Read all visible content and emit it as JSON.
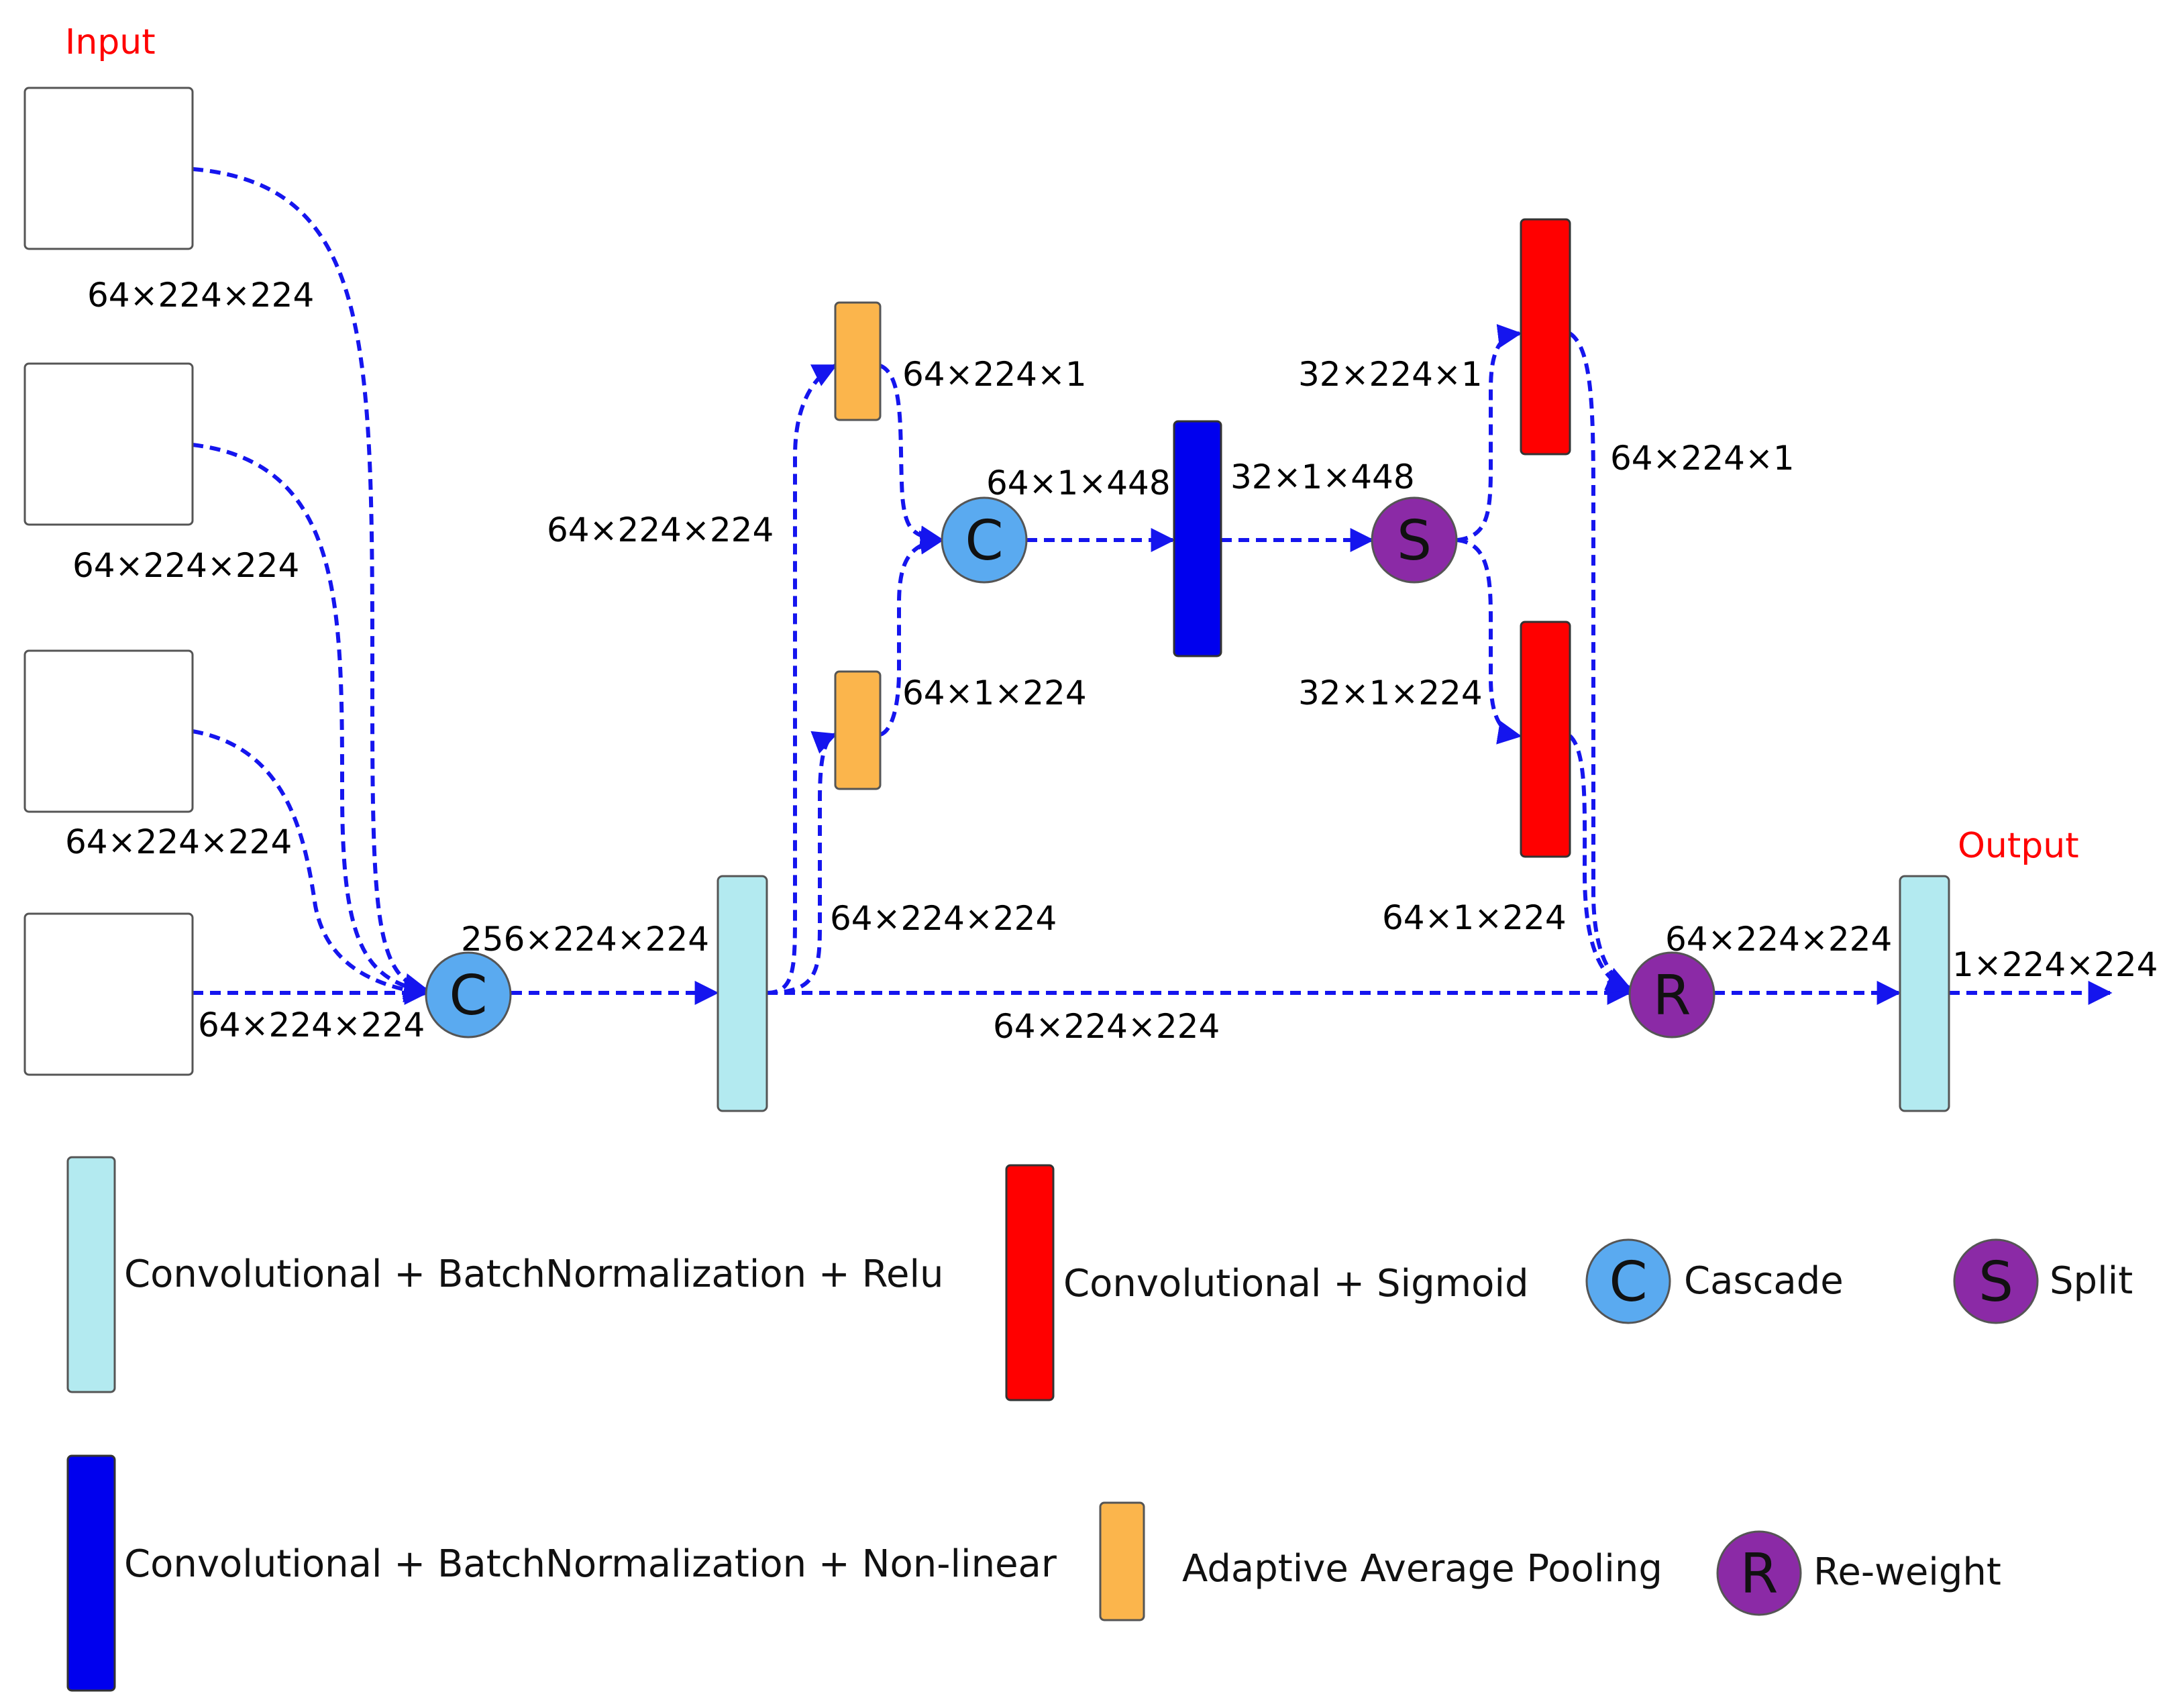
{
  "labels": {
    "input": "Input",
    "output": "Output"
  },
  "dims": {
    "in1": "64×224×224",
    "in2": "64×224×224",
    "in3": "64×224×224",
    "in4": "64×224×224",
    "cat1_out": "256×224×224",
    "to_pool_top": "64×224×224",
    "to_pool_bottom": "64×224×224",
    "skip": "64×224×224",
    "pool_top": "64×224×1",
    "pool_bottom": "64×1×224",
    "cat2_out": "64×1×448",
    "blue_out": "32×1×448",
    "split_top": "32×224×1",
    "split_bottom": "32×1×224",
    "red_top_out": "64×224×1",
    "red_bottom_out": "64×1×224",
    "reweight_out": "64×224×224",
    "final_out": "1×224×224"
  },
  "nodes": {
    "cascade": "C",
    "split": "S",
    "reweight": "R"
  },
  "legend": {
    "conv_bn_relu": "Convolutional + BatchNormalization + Relu",
    "conv_sigmoid": "Convolutional + Sigmoid",
    "cascade": "Cascade",
    "split": "Split",
    "conv_bn_nonlinear": "Convolutional + BatchNormalization + Non-linear",
    "adaptive_pool": "Adaptive Average Pooling",
    "reweight": "Re-weight"
  },
  "colors": {
    "conv_relu": "#b3eaf0",
    "conv_sigmoid": "#ff0000",
    "conv_nonlinear": "#0000ee",
    "pooling": "#fbb54c",
    "cascade_node": "#5aaaf0",
    "split_node": "#8b2aa6",
    "reweight_node": "#8b2aa6",
    "arrow": "#1515ee"
  }
}
